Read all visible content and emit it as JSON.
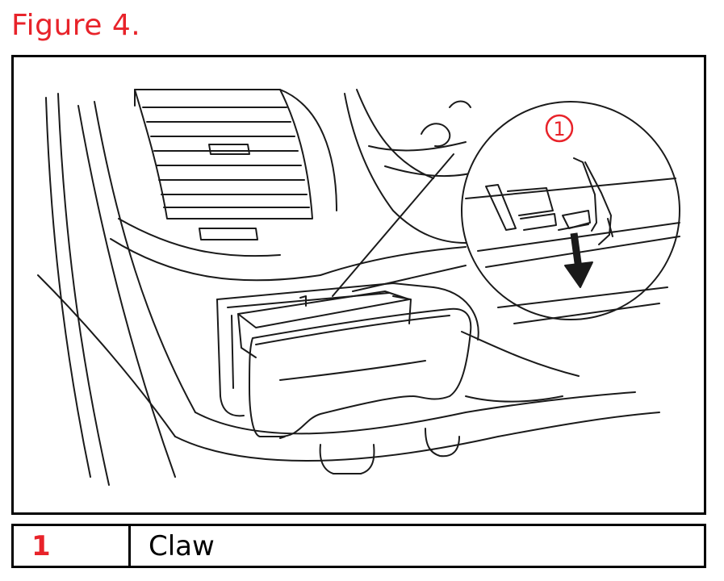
{
  "figure": {
    "title": "Figure 4.",
    "callout_number": "1"
  },
  "legend": {
    "rows": [
      {
        "number": "1",
        "label": "Claw"
      }
    ]
  },
  "colors": {
    "accent_red": "#e8232a",
    "line": "#1a1a1a"
  }
}
